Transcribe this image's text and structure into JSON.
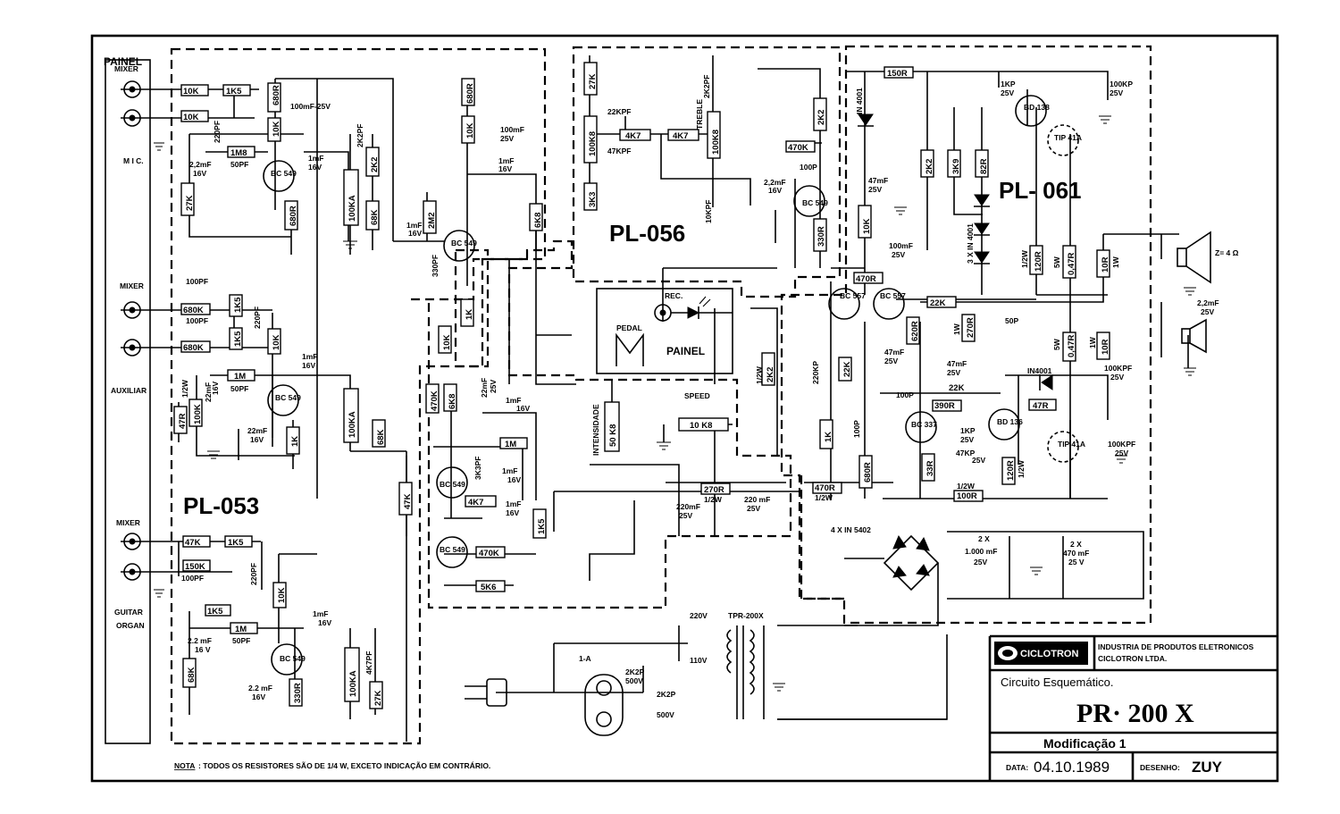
{
  "panel": {
    "painel": "PAINEL",
    "mixer": "MIXER",
    "mic": "M I C.",
    "auxiliar": "AUXILIAR",
    "guitar": "GUITAR",
    "organ": "ORGAN"
  },
  "boards": {
    "pl053": "PL-053",
    "pl056": "PL-056",
    "pl061": "PL- 061"
  },
  "center_panel": {
    "rec": "REC.",
    "pedal": "PEDAL",
    "painel": "PAINEL",
    "speed": "SPEED",
    "intensidade": "INTENSIDADE",
    "treble": "TREBLE"
  },
  "speaker": {
    "impedance": "Z= 4 Ω"
  },
  "power": {
    "v220": "220V",
    "v110": "110V",
    "transformer": "TPR-200X",
    "fuse": "1-A",
    "bridge": "4 X IN 5402",
    "filter_a": "2 X",
    "filter_b": "1.000 mF",
    "filter_c": "25V",
    "filter_d": "2 X",
    "filter_e": "470 mF",
    "filter_f": "25 V"
  },
  "components": {
    "r10k_a": "10K",
    "r1k5_a": "1K5",
    "r10k_b": "10K",
    "r680_a": "680R",
    "c220pf_a": "220PF",
    "r10k_c": "10K",
    "c100mf": "100mF-25V",
    "r1m8": "1M8",
    "c50pf_a": "50PF",
    "c22mf_a": "2,2mF",
    "v16_a": "16V",
    "bc549_a": "BC 549",
    "c1mf_a": "1mF",
    "v16_b": "16V",
    "r27k_a": "27K",
    "r680_b": "680R",
    "r100ka_a": "100KA",
    "r2k2_a": "2K2",
    "c2k2pf_a": "2K2PF",
    "r68k_a": "68K",
    "r680_c": "680R",
    "r10k_d": "10K",
    "c100mf_b": "100mF",
    "v25_a": "25V",
    "c1mf_b": "1mF",
    "v16_c": "16V",
    "c1mf_c": "1mF",
    "v16_d": "16V",
    "r2m2": "2M2",
    "bc549_b": "BC 549",
    "c330pf": "330PF",
    "r6k8_a": "6K8",
    "r27k_b": "27K",
    "c22kpf": "22KPF",
    "r100k8_a": "100K8",
    "r4k7_a": "4K7",
    "c47kpf": "47KPF",
    "r4k7_b": "4K7",
    "c2k2pf_b": "2K2PF",
    "r100k8_b": "100K8",
    "r3k3": "3K3",
    "c10kpf": "10KPF",
    "r2k2_b": "2K2",
    "r470k_a": "470K",
    "c100p_a": "100P",
    "c22mf_b": "2,2mF",
    "v16_e": "16V",
    "bc549_c": "BC 549",
    "r330_a": "330R",
    "c100pf_a": "100PF",
    "r680k_a": "680K",
    "c100pf_b": "100PF",
    "r680k_b": "680K",
    "r1k5_b": "1K5",
    "r1k5_c": "1K5",
    "c220pf_b": "220PF",
    "r10k_e": "10K",
    "c1mf_d": "1mF",
    "v16_f": "16V",
    "r1m_a": "1M",
    "c50pf_b": "50PF",
    "c22mf_c": "22mF",
    "v16_g": "16V",
    "bc549_d": "BC 549",
    "r47r_a": "47R",
    "w12_a": "1/2W",
    "r100k_a": "100K",
    "c22mf_d": "22mF",
    "v16_h": "16V",
    "r1k_a": "1K",
    "r100ka_b": "100KA",
    "r68k_b": "68K",
    "r47k_a": "47K",
    "r47k_b": "47K",
    "r1k5_d": "1K5",
    "r150k": "150K",
    "c100pf_c": "100PF",
    "c220pf_c": "220PF",
    "r10k_f": "10K",
    "r1k5_e": "1K5",
    "r1m_b": "1M",
    "c50pf_c": "50PF",
    "c22mf_e": "2.2 mF",
    "v16_i": "16 V",
    "bc549_e": "BC 549",
    "c1mf_e": "1mF",
    "v16_j": "16V",
    "r68k_c": "68K",
    "c22mf_f": "2.2 mF",
    "v16_k": "16V",
    "r330_b": "330R",
    "r100ka_c": "100KA",
    "c4k7pf": "4K7PF",
    "r27k_c": "27K",
    "r10k_g": "10K",
    "r1k_b": "1K",
    "r470k_b": "470K",
    "r6k8_b": "6K8",
    "c22mf_g": "22mF",
    "v25_b": "25V",
    "c1mf_f": "1mF",
    "v16_l": "16V",
    "r1m_c": "1M",
    "c3k3pf": "3K3PF",
    "bc549_f": "BC 549",
    "c1mf_g": "1mF",
    "v16_m": "16V",
    "r4k7_c": "4K7",
    "c1mf_h": "1mF",
    "v16_n": "16V",
    "r1k5_f": "1K5",
    "bc549_g": "BC 549",
    "r470k_c": "470K",
    "r5k6": "5K6",
    "r50k8": "50 K8",
    "r10k8": "10 K8",
    "r270_a": "270R",
    "w12_b": "1/2W",
    "c220mf_a": "220mF",
    "v25_c": "25V",
    "c220mf_b": "220 mF",
    "v25_d": "25V",
    "r2k2_c": "2K2",
    "w12_c": "1/2W",
    "r150r": "150R",
    "c1kp_a": "1KP",
    "v25_e": "25V",
    "c100kp": "100KP",
    "v25_f": "25V",
    "bd138": "BD 138",
    "tip41_a": "TIP 41A",
    "in4001_a": "IN 4001",
    "r2k2_d": "2K2",
    "r3k9": "3K9",
    "r82r": "82R",
    "c47mf": "47mF",
    "v25_g": "25V",
    "r10k_h": "10K",
    "c100mf_c": "100mF",
    "v25_h": "25V",
    "in4001_b": "3 X IN 4001",
    "r120r_a": "120R",
    "w12_d": "1/2W",
    "r047r_a": "0,47R",
    "w5_a": "5W",
    "r10r_a": "10R",
    "w1_a": "1W",
    "r470r_a": "470R",
    "bc557_a": "BC 557",
    "bc557_b": "BC 557",
    "r22k_a": "22K",
    "c50p": "50P",
    "r620r": "620R",
    "c47mf_b": "47mF",
    "v25_i": "25V",
    "r270r_b": "270R",
    "w1_b": "1W",
    "c47mf_c": "47mF",
    "v25_j": "25V",
    "c220kp": "220KP",
    "r22k_b": "22K",
    "c100p_b": "100P",
    "r390r": "390R",
    "r22k_c": "22K",
    "bc337": "BC 337",
    "bd136": "BD 136",
    "in4001_c": "IN4001",
    "r47r_b": "47R",
    "tip41_b": "TIP 41A",
    "c1kp_b": "1KP",
    "v25_k": "25V",
    "c47kp": "47KP",
    "v25_l": "25V",
    "r33r": "33R",
    "r120r_b": "120R",
    "w12_e": "1/2W",
    "r100r": "100R",
    "w12_f": "1/2W",
    "r680r_d": "680R",
    "r1k_c": "1K",
    "c100p_c": "100P",
    "r047r_b": "0,47R",
    "w5_b": "5W",
    "r10r_b": "10R",
    "w1_c": "1W",
    "c100kpf": "100KPF",
    "v25_m": "25V",
    "c100kpf_b": "100KPF",
    "v25_n": "25V",
    "c22mf_h": "2,2mF",
    "v25_o": "25V",
    "r470r_b": "470R",
    "w12_g": "1/2W",
    "c2k2p_a": "2K2P",
    "v500_a": "500V",
    "c2k2p_b": "2K2P",
    "v500_b": "500V"
  },
  "title_block": {
    "brand": "CICLOTRON",
    "company_1": "INDUSTRIA DE PRODUTOS ELETRONICOS",
    "company_2": "CICLOTRON LTDA.",
    "subtitle": "Circuito Esquemático.",
    "model": "PR· 200 X",
    "modification": "Modificação 1",
    "date_label": "DATA:",
    "date": "04.10.1989",
    "drawing_label": "DESENHO:",
    "drawing": "ZUY"
  },
  "note": {
    "label": "NOTA",
    "text": ": TODOS OS RESISTORES SÃO DE 1/4 W,  EXCETO INDICAÇÃO EM CONTRÁRIO."
  }
}
